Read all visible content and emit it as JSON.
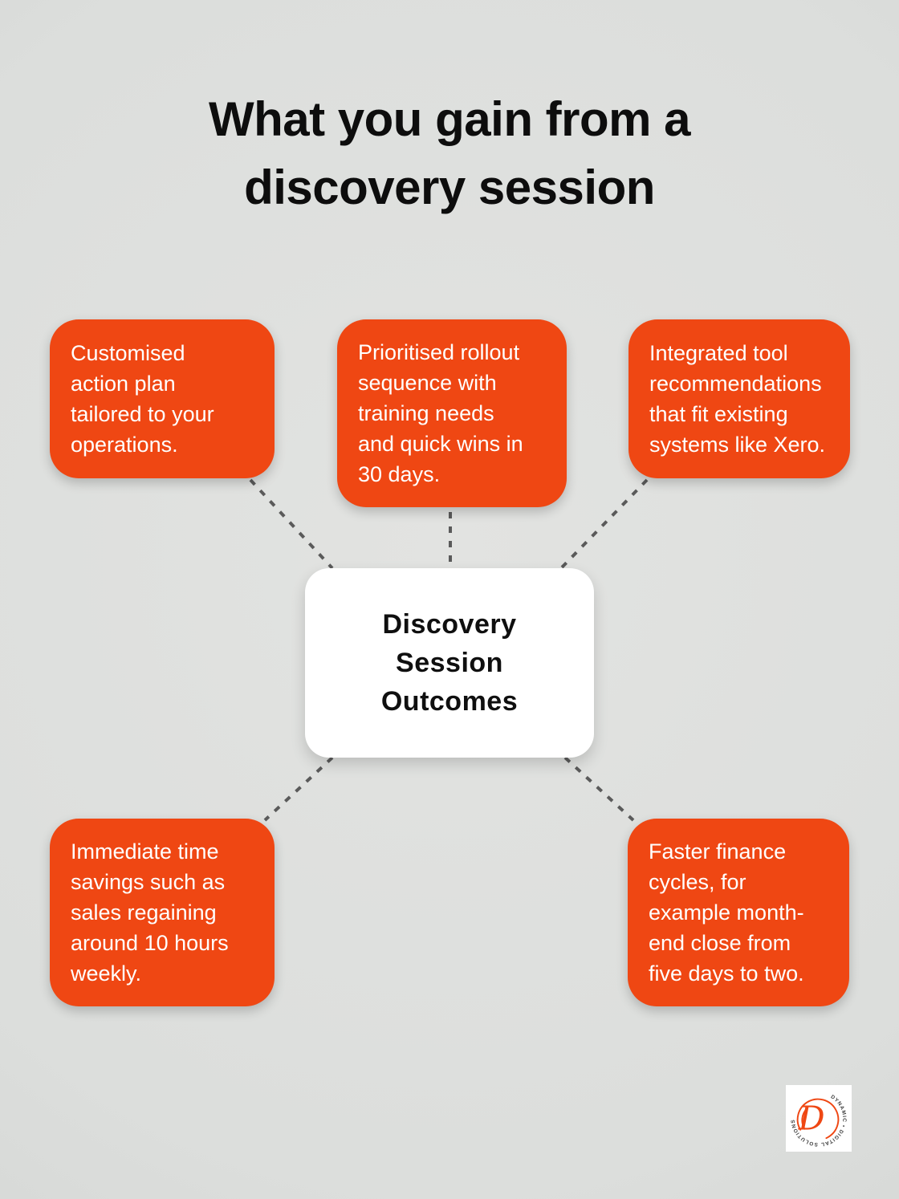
{
  "title": "What you gain from a\ndiscovery session",
  "center": {
    "label": "Discovery\nSession\nOutcomes"
  },
  "cards": [
    {
      "id": "top-left",
      "text": "Customised\naction plan\ntailored to your\noperations."
    },
    {
      "id": "top-middle",
      "text": "Prioritised rollout\nsequence with\ntraining needs\nand quick wins in\n30 days."
    },
    {
      "id": "top-right",
      "text": "Integrated tool\nrecommendations\nthat fit existing\nsystems like Xero."
    },
    {
      "id": "bottom-left",
      "text": "Immediate time\nsavings such as\nsales regaining\naround 10 hours\nweekly."
    },
    {
      "id": "bottom-right",
      "text": "Faster finance\ncycles, for\nexample month-\nend close from\nfive days to two."
    }
  ],
  "logo": {
    "ring_text": "DYNAMIC • DIGITAL SOLUTIONS",
    "monogram": "D"
  },
  "colors": {
    "accent": "#EF4713",
    "bg_inner": "#E2E3E1",
    "bg_outer": "#DCDEDC",
    "bg_edge": "#D8DAD8",
    "connector": "#5A5A5A",
    "card_text": "#FFFFFF",
    "center_bg": "#FFFFFF",
    "center_text": "#0F0F0F",
    "title_text": "#0D0D0D",
    "ring_text": "#3F3F3F"
  }
}
